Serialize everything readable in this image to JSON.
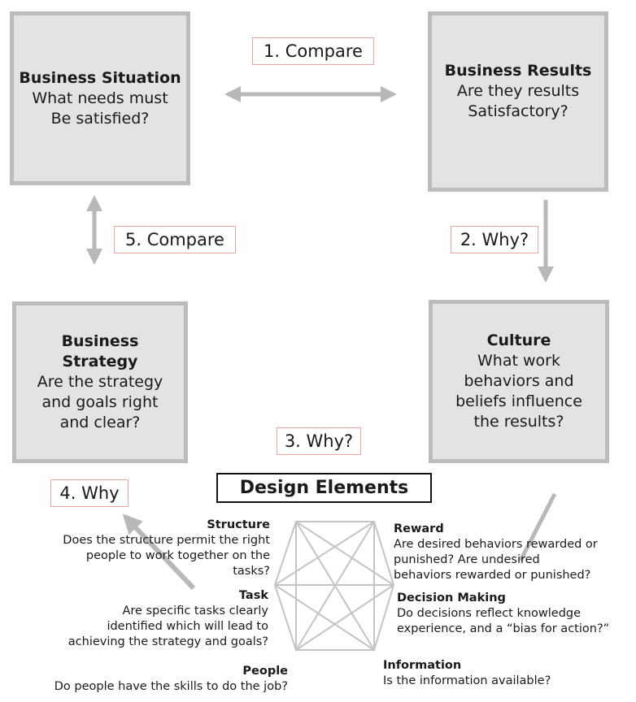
{
  "boxes": {
    "situation": {
      "title": "Business Situation",
      "body": "What needs must\nBe satisfied?"
    },
    "results": {
      "title": "Business Results",
      "body": "Are they results\nSatisfactory?"
    },
    "strategy": {
      "title": "Business\nStrategy",
      "body": "Are the strategy\nand goals right\nand clear?"
    },
    "culture": {
      "title": "Culture",
      "body": "What work\nbehaviors and\nbeliefs influence\nthe results?"
    }
  },
  "tags": {
    "compare1": "1. Compare",
    "why2": "2. Why?",
    "why3": "3. Why?",
    "why4": "4. Why",
    "compare5": "5. Compare"
  },
  "design_title": "Design Elements",
  "elements": {
    "structure": {
      "title": "Structure",
      "desc": "Does the structure permit  the right\npeople to work together on the\ntasks?"
    },
    "task": {
      "title": "Task",
      "desc": "Are specific tasks clearly\nidentified which will lead to\nachieving the strategy and goals?"
    },
    "people": {
      "title": "People",
      "desc": "Do people have the skills to do the job?"
    },
    "reward": {
      "title": "Reward",
      "desc": "Are desired behaviors rewarded or\npunished? Are undesired\nbehaviors rewarded or punished?"
    },
    "decision": {
      "title": "Decision Making",
      "desc": "Do decisions reflect knowledge\nexperience, and a “bias for action?”"
    },
    "information": {
      "title": "Information",
      "desc": "Is the information available?"
    }
  },
  "colors": {
    "box_fill": "#e3e3e3",
    "box_border": "#bcbcbc",
    "arrow": "#b8b8b8",
    "tag_border": "#f0a5a5",
    "hexagon": "#c4c4c4"
  }
}
